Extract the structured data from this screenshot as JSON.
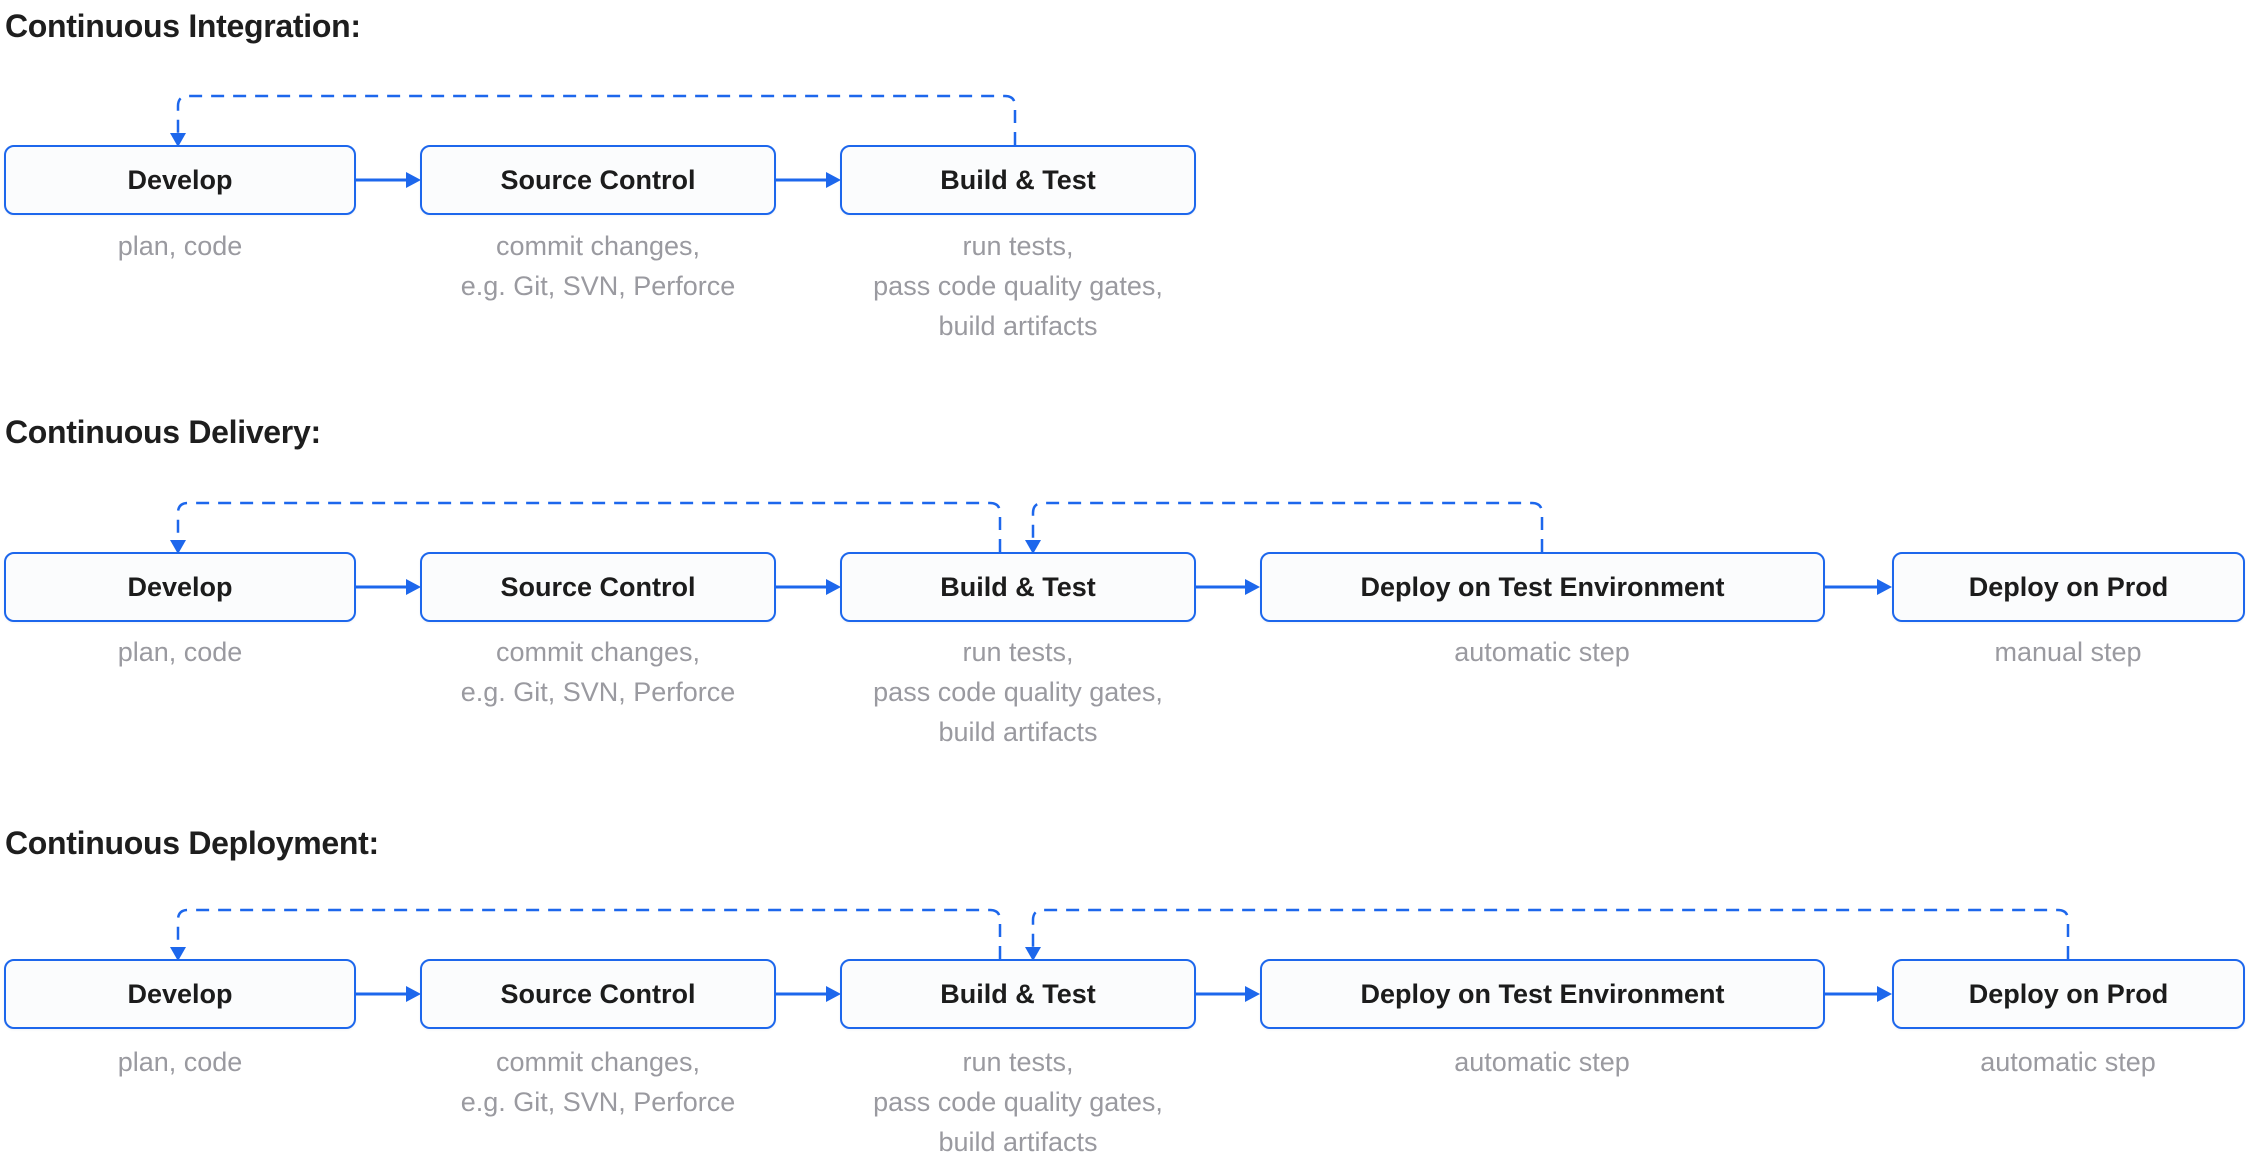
{
  "colors": {
    "accent_blue": "#1d67ec",
    "text_primary": "#1e1e1e",
    "text_muted": "#9a9aa0",
    "node_fill": "#fbfcfd",
    "background": "#ffffff"
  },
  "sections": [
    {
      "heading": "Continuous Integration:",
      "boxes": [
        {
          "label": "Develop",
          "sub": [
            "plan, code"
          ]
        },
        {
          "label": "Source Control",
          "sub": [
            "commit changes,",
            "e.g. Git, SVN, Perforce"
          ]
        },
        {
          "label": "Build & Test",
          "sub": [
            "run tests,",
            "pass code quality gates,",
            "build artifacts"
          ]
        }
      ]
    },
    {
      "heading": "Continuous Delivery:",
      "boxes": [
        {
          "label": "Develop",
          "sub": [
            "plan, code"
          ]
        },
        {
          "label": "Source Control",
          "sub": [
            "commit changes,",
            "e.g. Git, SVN, Perforce"
          ]
        },
        {
          "label": "Build & Test",
          "sub": [
            "run tests,",
            "pass code quality gates,",
            "build artifacts"
          ]
        },
        {
          "label": "Deploy on Test Environment",
          "sub": [
            "automatic step"
          ]
        },
        {
          "label": "Deploy on Prod",
          "sub": [
            "manual step"
          ]
        }
      ]
    },
    {
      "heading": "Continuous Deployment:",
      "boxes": [
        {
          "label": "Develop",
          "sub": [
            "plan, code"
          ]
        },
        {
          "label": "Source Control",
          "sub": [
            "commit changes,",
            "e.g. Git, SVN, Perforce"
          ]
        },
        {
          "label": "Build & Test",
          "sub": [
            "run tests,",
            "pass code quality gates,",
            "build artifacts"
          ]
        },
        {
          "label": "Deploy on Test Environment",
          "sub": [
            "automatic step"
          ]
        },
        {
          "label": "Deploy on Prod",
          "sub": [
            "automatic step"
          ]
        }
      ]
    }
  ]
}
